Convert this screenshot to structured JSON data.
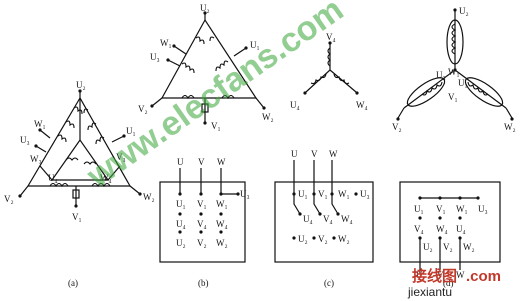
{
  "panel_captions": [
    "(a)",
    "(b)",
    "(c)",
    "(d)"
  ],
  "terminal_labels": {
    "U1": "U₁",
    "U2": "U₂",
    "U3": "U₃",
    "U4": "U₄",
    "V1": "V₁",
    "V2": "V₂",
    "V3": "V₃",
    "V4": "V₄",
    "W1": "W₁",
    "W2": "W₂",
    "W3": "W₃",
    "W4": "W₄",
    "U": "U",
    "V": "V",
    "W": "W"
  },
  "watermark": {
    "main": "www.elecfans.com",
    "site_cn": "接线图",
    "site_domain": ".com",
    "site_pinyin": "jiexiantu"
  }
}
